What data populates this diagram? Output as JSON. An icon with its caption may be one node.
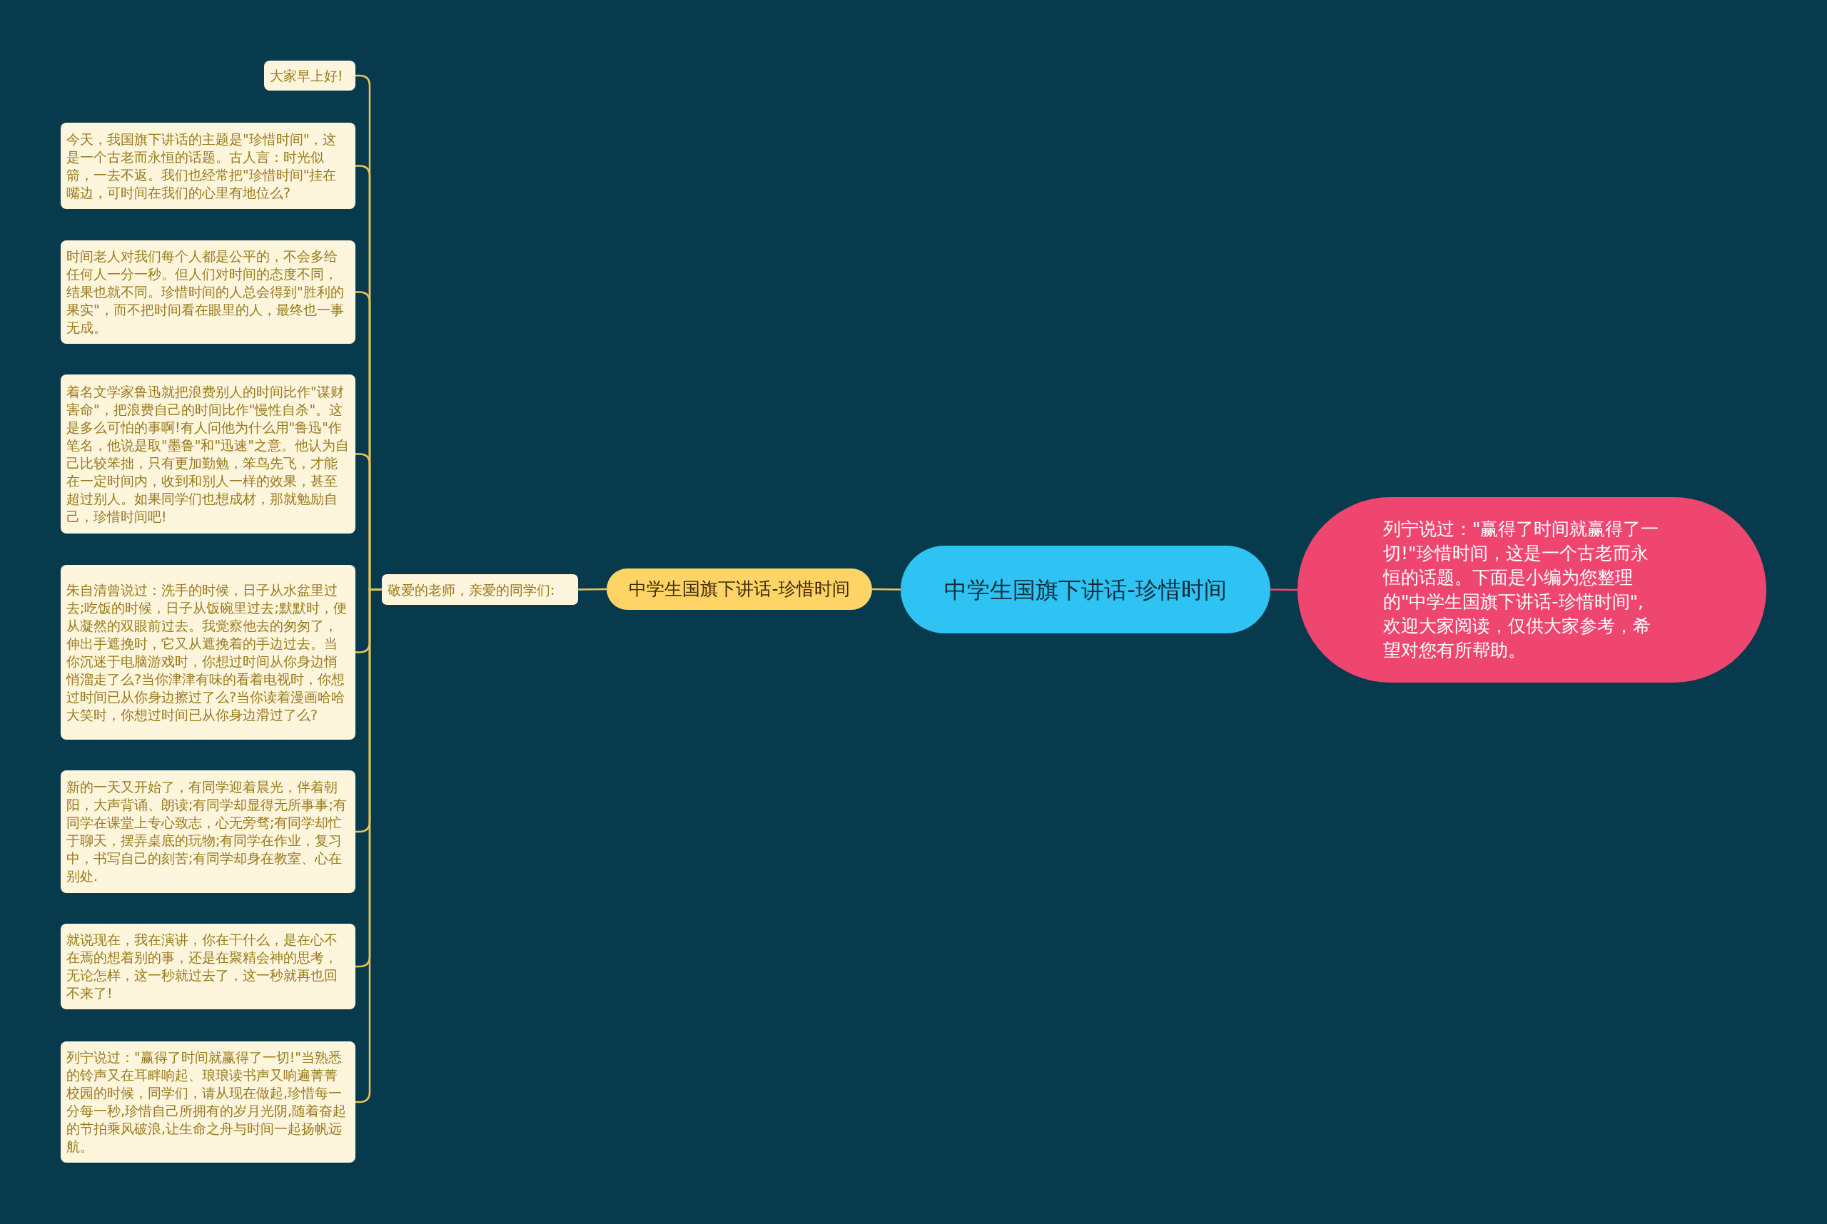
{
  "diagram": {
    "nodes": [
      {
        "text": [
          "中学生国旗下讲话-珍惜时间"
        ]
      },
      {
        "text": [
          "列宁说过：\"赢得了时间就赢得了一切!\"珍惜时间，这是一个古老而永恒的话题。下面是小编为您整理的\"中学生国旗下讲话-珍惜时间\",欢迎大家阅读，仅供大家参考，希望对您有所帮助。"
        ]
      },
      {
        "text": [
          "中学生国旗下讲话-珍惜时间"
        ]
      },
      {
        "text": [
          "敬爱的老师，亲爱的同学们:"
        ]
      },
      {
        "text": [
          "大家早上好!"
        ]
      },
      {
        "text": [
          "今天，我国旗下讲话的主题是\"珍惜时间\"，这是一个古老而永恒的话题。古人言：时光似箭，一去不返。我们也经常把\"珍惜时间\"挂在嘴边，可时间在我们的心里有地位么?"
        ]
      },
      {
        "text": [
          "时间老人对我们每个人都是公平的，不会多给任何人一分一秒。但人们对时间的态度不同，结果也就不同。珍惜时间的人总会得到\"胜利的果实\"，而不把时间看在眼里的人，最终也一事无成。"
        ]
      },
      {
        "text": [
          "着名文学家鲁迅就把浪费别人的时间比作\"谋财害命\"，把浪费自己的时间比作\"慢性自杀\"。这是多么可怕的事啊!有人问他为什么用\"鲁迅\"作笔名，他说是取\"墨鲁\"和\"迅速\"之意。他认为自己比较笨拙，只有更加勤勉，笨鸟先飞，才能在一定时间内，收到和别人一样的效果，甚至超过别人。如果同学们也想成材，那就勉励自己，珍惜时间吧!"
        ]
      },
      {
        "text": [
          "朱自清曾说过：洗手的时候，日子从水盆里过去;吃饭的时候，日子从饭碗里过去;默默时，便从凝然的双眼前过去。我觉察他去的匆匆了，伸出手遮挽时，它又从遮挽着的手边过去。当你沉迷于电脑游戏时，你想过时间从你身边悄悄溜走了么?当你津津有味的看着电视时，你想过时间已从你身边擦过了么?当你读着漫画哈哈大笑时，你想过时间已从你身边滑过了么?"
        ]
      },
      {
        "text": [
          "新的一天又开始了，有同学迎着晨光，伴着朝阳，大声背诵、朗读;有同学却显得无所事事;有同学在课堂上专心致志，心无旁骛;有同学却忙于聊天，摆弄桌底的玩物;有同学在作业，复习中，书写自己的刻苦;有同学却身在教室、心在别处."
        ]
      },
      {
        "text": [
          "就说现在，我在演讲，你在干什么，是在心不在焉的想着别的事，还是在聚精会神的思考，无论怎样，这一秒就过去了，这一秒就再也回不来了!"
        ]
      },
      {
        "text": [
          "列宁说过：\"赢得了时间就赢得了一切!\"当熟悉的铃声又在耳畔响起、琅琅读书声又响遍菁菁校园的时候，同学们，请从现在做起,珍惜每一分每一秒,珍惜自己所拥有的岁月光阴,随着奋起的节拍乘风破浪,让生命之舟与时间一起扬帆远航。"
        ]
      }
    ],
    "edges": [
      {
        "from": 0,
        "to": 1,
        "arrow": "none",
        "color": "#ef4670"
      },
      {
        "from": 0,
        "to": 2,
        "arrow": "none"
      },
      {
        "from": 2,
        "to": 3,
        "arrow": "none"
      },
      {
        "from": 3,
        "to": 4,
        "arrow": "none"
      },
      {
        "from": 3,
        "to": 5,
        "arrow": "none"
      },
      {
        "from": 3,
        "to": 6,
        "arrow": "none"
      },
      {
        "from": 3,
        "to": 7,
        "arrow": "none"
      },
      {
        "from": 3,
        "to": 8,
        "arrow": "none"
      },
      {
        "from": 3,
        "to": 9,
        "arrow": "none"
      },
      {
        "from": 3,
        "to": 10,
        "arrow": "none"
      },
      {
        "from": 3,
        "to": 11,
        "arrow": "none"
      }
    ]
  }
}
